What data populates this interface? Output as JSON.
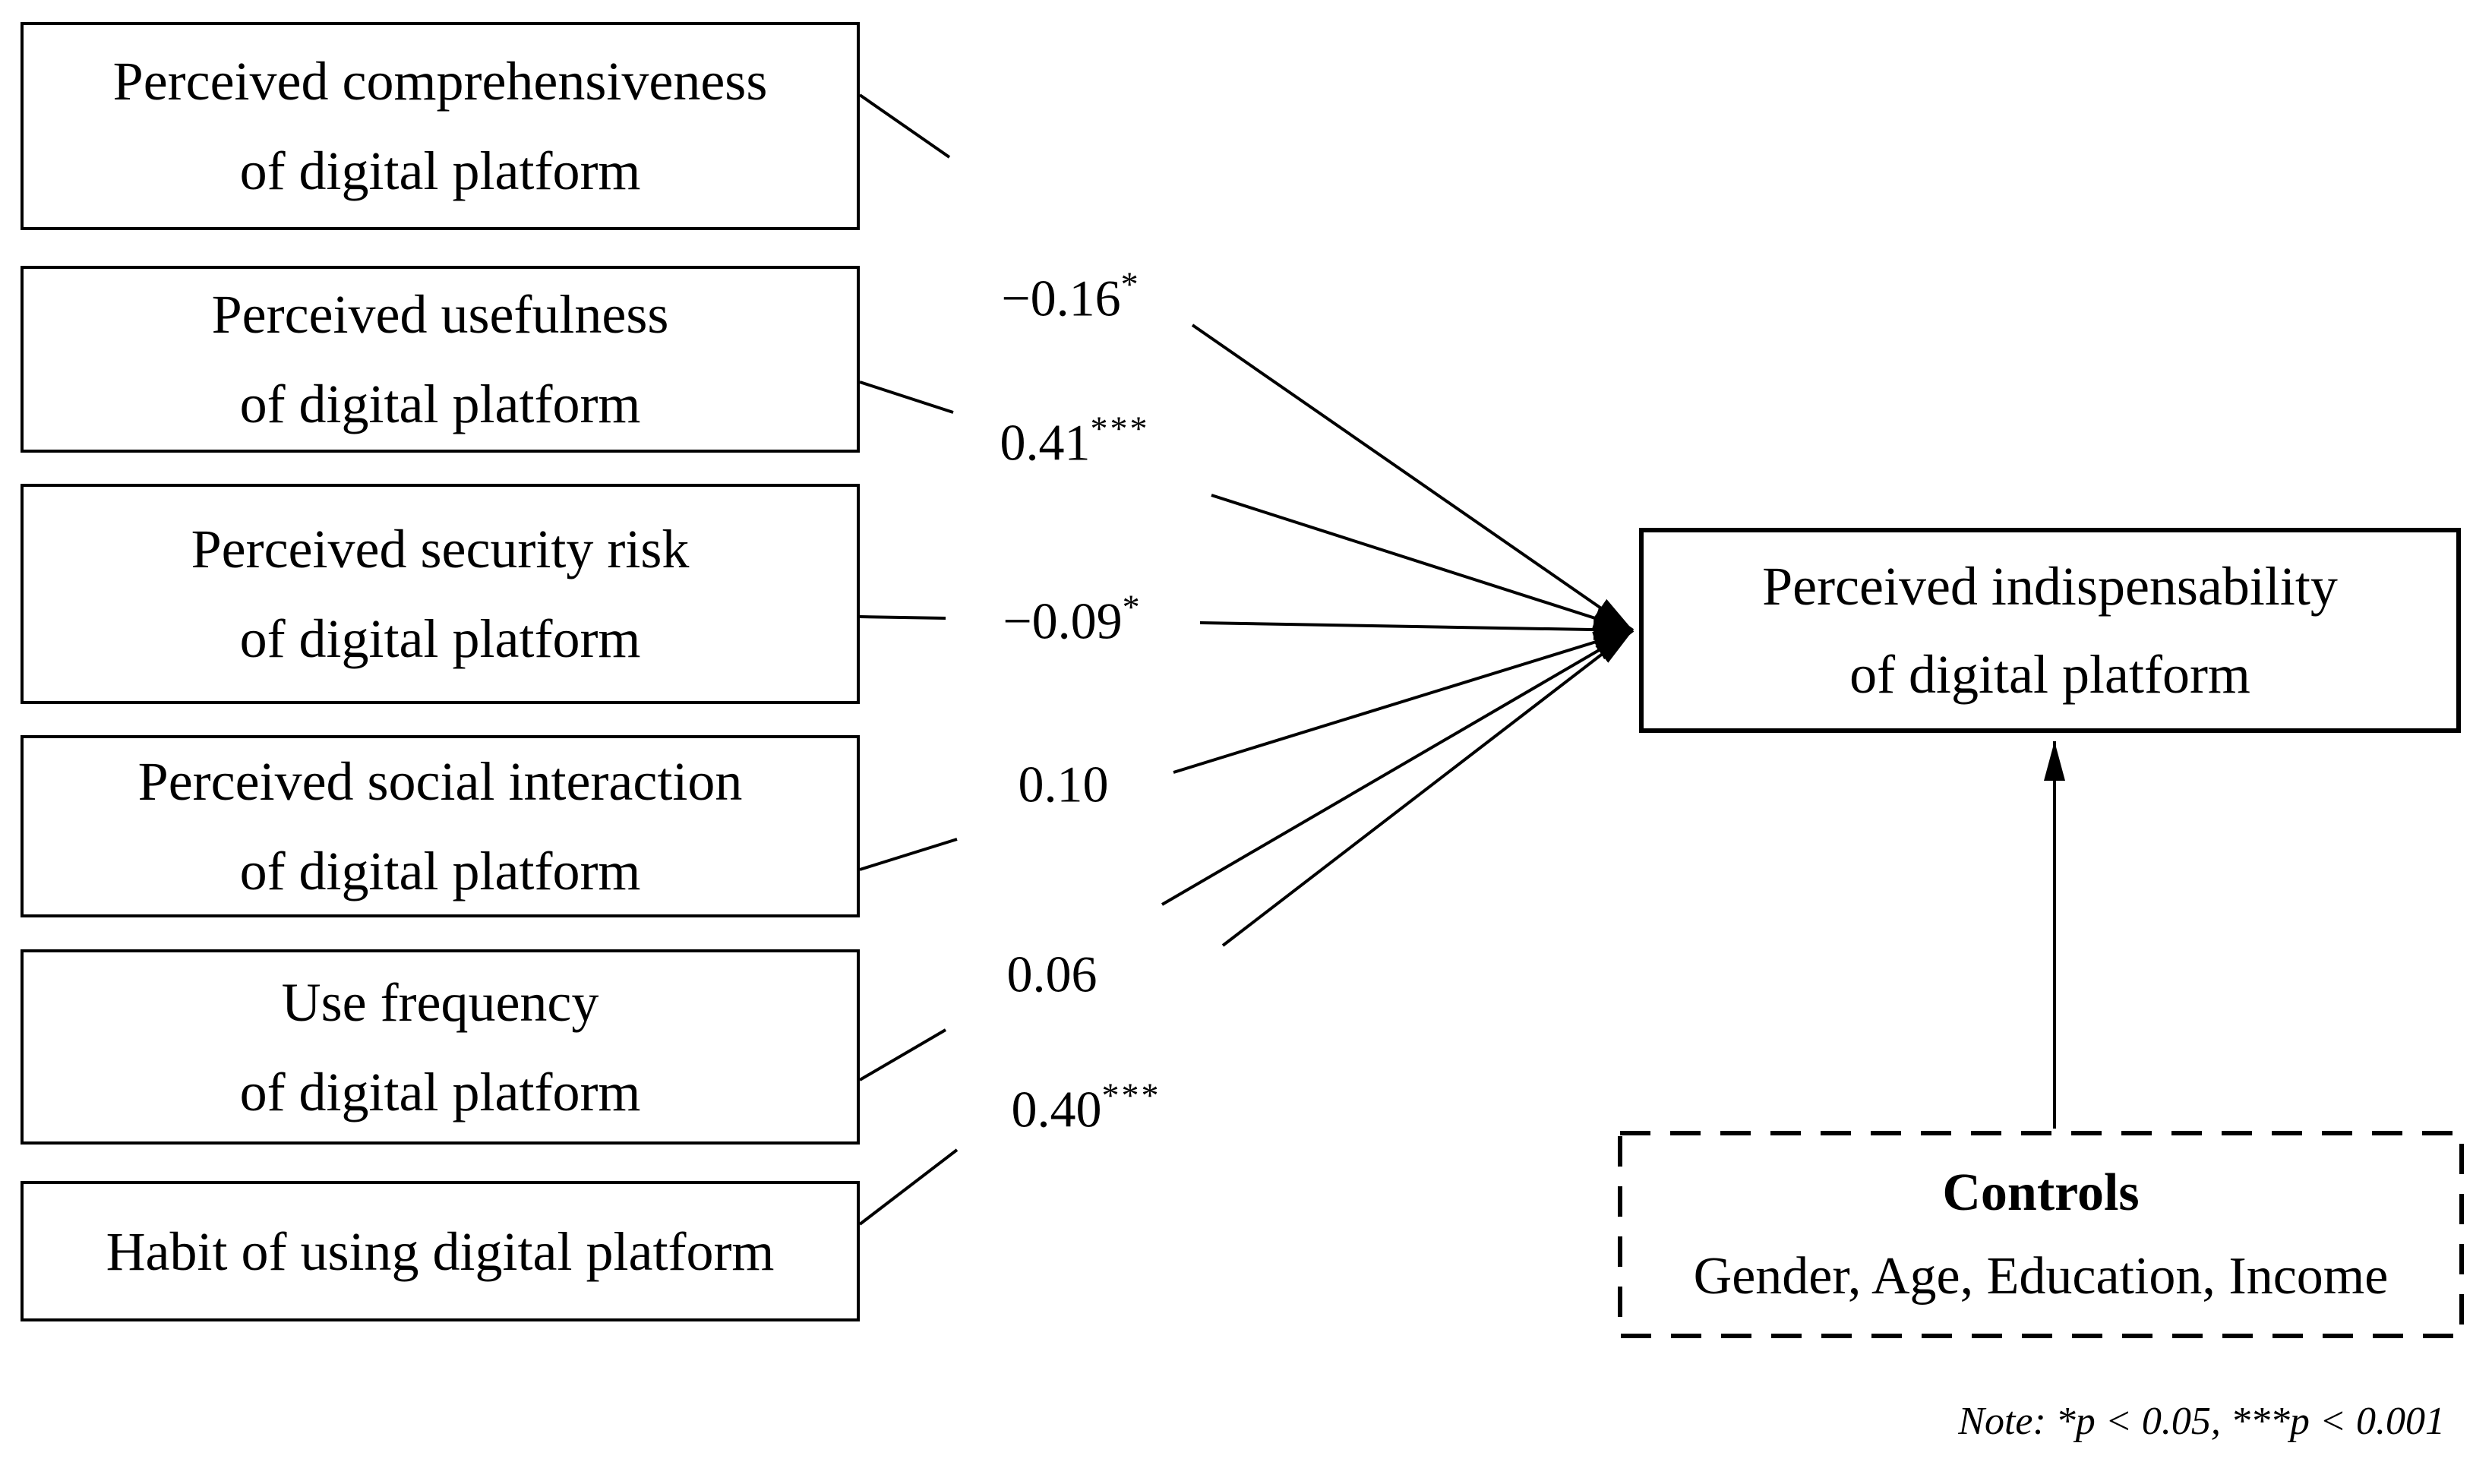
{
  "figure": {
    "predictors": [
      {
        "line1": "Perceived comprehensiveness",
        "line2": "of digital platform",
        "coefficient": {
          "value": "−0.16",
          "stars": "*"
        }
      },
      {
        "line1": "Perceived usefulness",
        "line2": "of digital platform",
        "coefficient": {
          "value": "0.41",
          "stars": "***"
        }
      },
      {
        "line1": "Perceived security risk",
        "line2": "of digital platform",
        "coefficient": {
          "value": "−0.09",
          "stars": "*"
        }
      },
      {
        "line1": "Perceived social interaction",
        "line2": "of digital platform",
        "coefficient": {
          "value": "0.10",
          "stars": ""
        }
      },
      {
        "line1": "Use frequency",
        "line2": "of digital platform",
        "coefficient": {
          "value": "0.06",
          "stars": ""
        }
      },
      {
        "line1": "Habit of using digital platform",
        "coefficient": {
          "value": "0.40",
          "stars": "***"
        }
      }
    ],
    "outcome": {
      "line1": "Perceived indispensability",
      "line2": "of digital platform"
    },
    "controls": {
      "title": "Controls",
      "items": "Gender, Age, Education, Income"
    },
    "note": "Note: *p < 0.05, ***p < 0.001",
    "colors": {
      "ink": "#000000",
      "background": "#ffffff"
    }
  }
}
